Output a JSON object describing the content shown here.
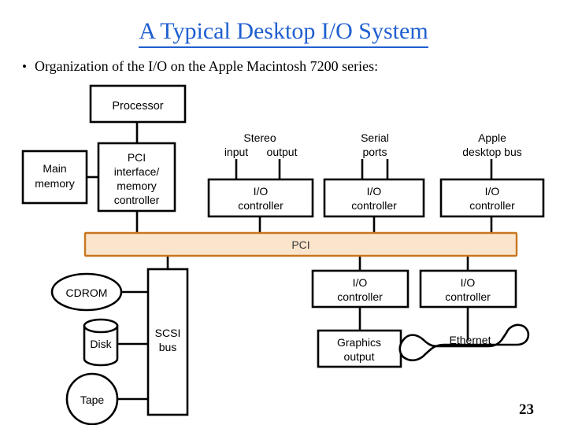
{
  "slide": {
    "title": "A Typical Desktop I/O System",
    "title_color": "#1F5FD0",
    "bullet_marker": "•",
    "bullet_text": "Organization of the I/O on the Apple Macintosh 7200 series:",
    "page_number": "23",
    "background": "#FFFFFF"
  },
  "diagram": {
    "line_color": "#000000",
    "box_fill": "#FFFFFF",
    "bus": {
      "label": "PCI",
      "fill": "#FAE4CC",
      "border": "#C8761E"
    },
    "boxes": {
      "processor": "Processor",
      "main_memory_line1": "Main",
      "main_memory_line2": "memory",
      "pci_interface_line1": "PCI",
      "pci_interface_line2": "interface/",
      "pci_interface_line3": "memory",
      "pci_interface_line4": "controller",
      "io_controller_line1": "I/O",
      "io_controller_line2": "controller",
      "graphics_line1": "Graphics",
      "graphics_line2": "output",
      "scsi_line1": "SCSI",
      "scsi_line2": "bus",
      "cdrom": "CDROM",
      "disk": "Disk",
      "tape": "Tape",
      "ethernet": "Ethernet"
    },
    "port_labels": {
      "stereo_top": "Stereo",
      "stereo_in": "input",
      "stereo_out": "output",
      "serial_line1": "Serial",
      "serial_line2": "ports",
      "adb_line1": "Apple",
      "adb_line2": "desktop bus"
    }
  }
}
